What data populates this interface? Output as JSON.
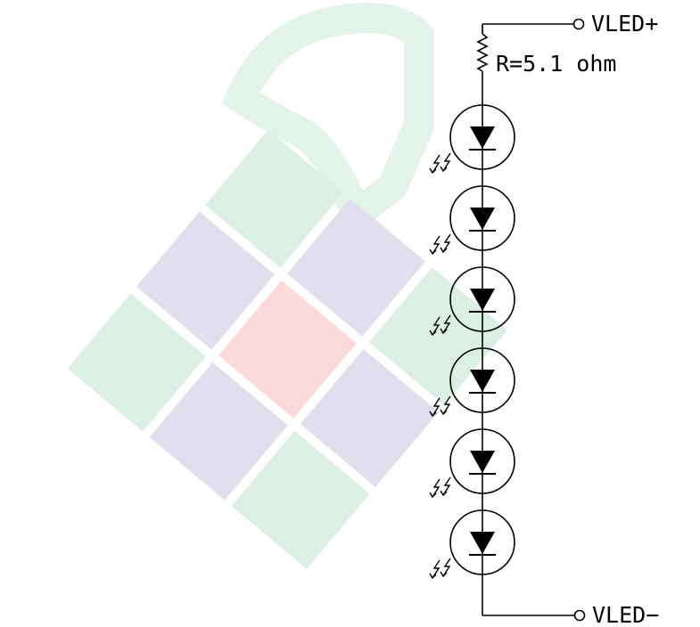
{
  "schematic": {
    "supply_positive": "VLED+",
    "supply_negative": "VLED−",
    "resistor_label": "R=5.1 ohm",
    "led_count": 6
  },
  "watermark": {
    "colors": {
      "green": "#dcefe4",
      "purple": "#dfdfee",
      "pink": "#fcdada",
      "outline_green": "#e4f3ea"
    }
  },
  "colors": {
    "line": "#000000",
    "background": "#ffffff"
  }
}
